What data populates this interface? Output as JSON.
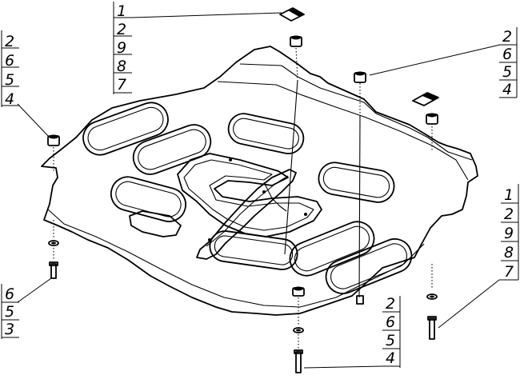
{
  "callouts": {
    "top_center": [
      "1",
      "2",
      "9",
      "8",
      "7"
    ],
    "top_left": [
      "2",
      "6",
      "5",
      "4"
    ],
    "top_right": [
      "2",
      "6",
      "5",
      "4"
    ],
    "right": [
      "1",
      "2",
      "9",
      "8",
      "7"
    ],
    "bottom_left": [
      "6",
      "5",
      "3"
    ],
    "bottom_center": [
      "2",
      "6",
      "5",
      "4"
    ]
  }
}
